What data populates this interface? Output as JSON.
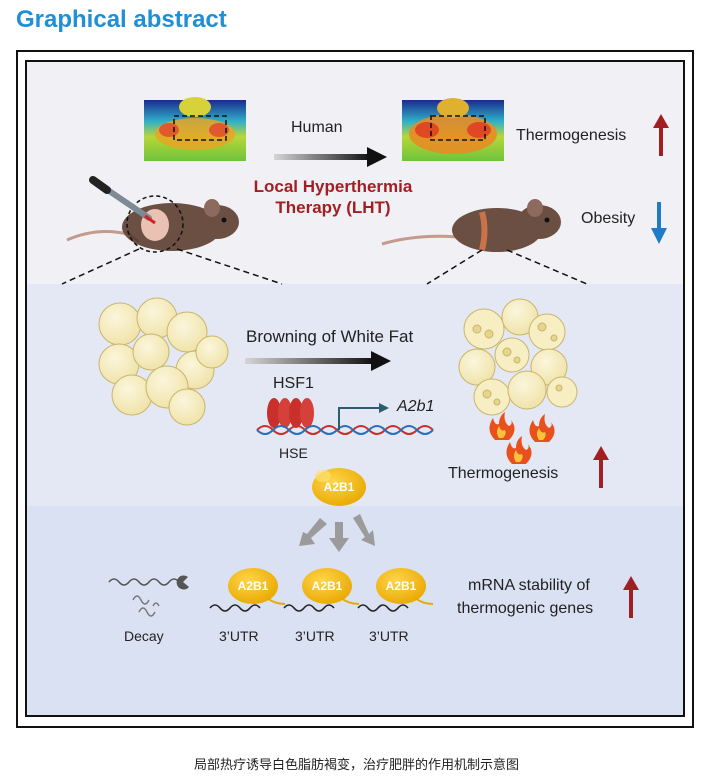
{
  "header": {
    "title": "Graphical abstract"
  },
  "panel_top": {
    "human_label": "Human",
    "therapy_line1": "Local Hyperthermia",
    "therapy_line2": "Therapy (LHT)",
    "thermogenesis_label": "Thermogenesis",
    "obesity_label": "Obesity"
  },
  "panel_middle": {
    "browning_label": "Browning of White Fat",
    "hsf1_label": "HSF1",
    "gene_label": "A2b1",
    "hse_label": "HSE",
    "thermogenesis_label": "Thermogenesis",
    "protein_label": "A2B1"
  },
  "panel_bottom": {
    "mrna_line1": "mRNA stability of",
    "mrna_line2": "thermogenic genes",
    "decay_label": "Decay",
    "protein_labels": [
      "A2B1",
      "A2B1",
      "A2B1"
    ],
    "utr_labels": [
      "3’UTR",
      "3’UTR",
      "3’UTR"
    ]
  },
  "caption": "局部热疗诱导白色脂肪褐变，治疗肥胖的作用机制示意图",
  "colors": {
    "title_blue": "#1f8fd6",
    "up_arrow_red": "#a11f23",
    "down_arrow_blue": "#1f7ac9",
    "protein_yellow": "#f2b600"
  }
}
